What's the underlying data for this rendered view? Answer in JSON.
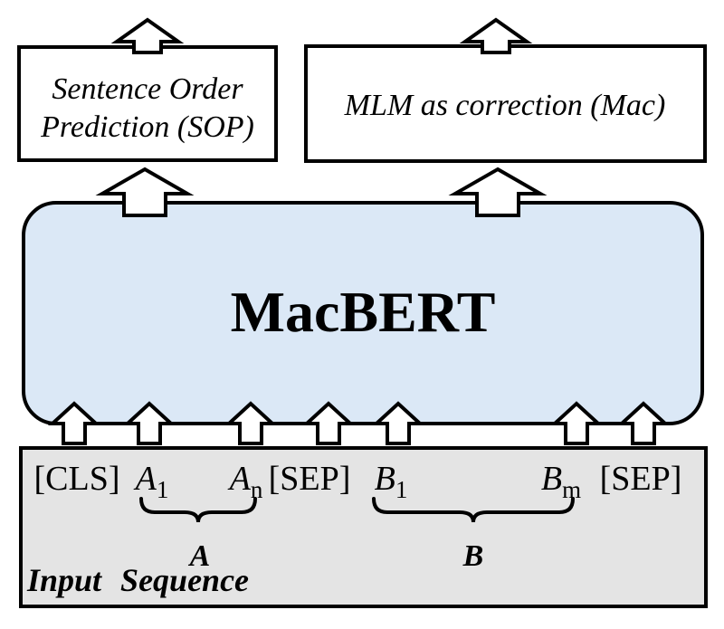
{
  "diagram": {
    "heads": {
      "sop": {
        "line1": "Sentence Order",
        "line2": "Prediction (SOP)"
      },
      "mac": {
        "label": "MLM as correction (Mac)"
      }
    },
    "model": {
      "label": "MacBERT"
    },
    "input": {
      "tokens": [
        {
          "main": "[CLS]",
          "sub": ""
        },
        {
          "main": "A",
          "sub": "1"
        },
        {
          "main": "A",
          "sub": "n"
        },
        {
          "main": "[SEP]",
          "sub": ""
        },
        {
          "main": "B",
          "sub": "1"
        },
        {
          "main": "B",
          "sub": "m"
        },
        {
          "main": "[SEP]",
          "sub": ""
        }
      ],
      "group_a_label": "A",
      "group_b_label": "B",
      "caption": "Input Sequence"
    },
    "colors": {
      "model_fill": "#dbe8f6",
      "input_fill": "#e4e4e4",
      "head_fill": "#ffffff",
      "stroke": "#000000"
    }
  }
}
